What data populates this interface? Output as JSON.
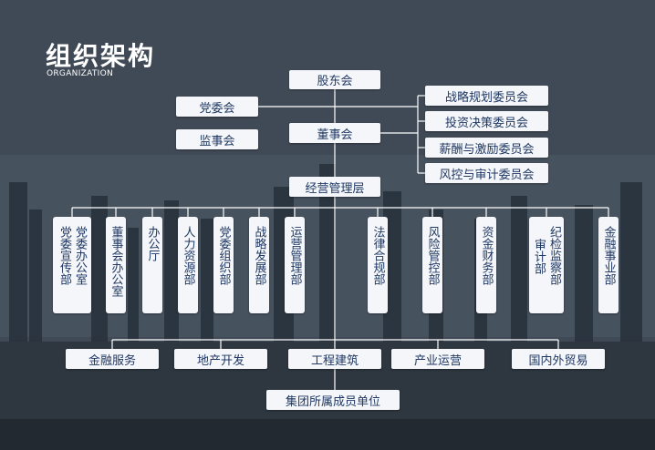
{
  "title": "组织架构",
  "subtitle": "ORGANIZATION",
  "nodes": {
    "shareholders": "股东会",
    "party_committee": "党委会",
    "supervisory_board": "监事会",
    "board": "董事会",
    "management": "经营管理层",
    "group_members": "集团所属成员单位"
  },
  "committees": [
    "战略规划委员会",
    "投资决策委员会",
    "薪酬与激励委员会",
    "风控与审计委员会"
  ],
  "departments": [
    {
      "cols": [
        "党委办公室",
        "党委宣传部"
      ]
    },
    {
      "cols": [
        "董事会办公室"
      ]
    },
    {
      "cols": [
        "办公厅"
      ]
    },
    {
      "cols": [
        "人力资源部"
      ]
    },
    {
      "cols": [
        "党委组织部"
      ]
    },
    {
      "cols": [
        "战略发展部"
      ]
    },
    {
      "cols": [
        "运营管理部"
      ]
    },
    {
      "cols": [
        "法律合规部"
      ]
    },
    {
      "cols": [
        "风险管控部"
      ]
    },
    {
      "cols": [
        "资金财务部"
      ]
    },
    {
      "cols": [
        "纪检监察部",
        "审计部"
      ]
    },
    {
      "cols": [
        "金融事业部"
      ]
    }
  ],
  "businesses": [
    "金融服务",
    "地产开发",
    "工程建筑",
    "产业运营",
    "国内外贸易"
  ]
}
